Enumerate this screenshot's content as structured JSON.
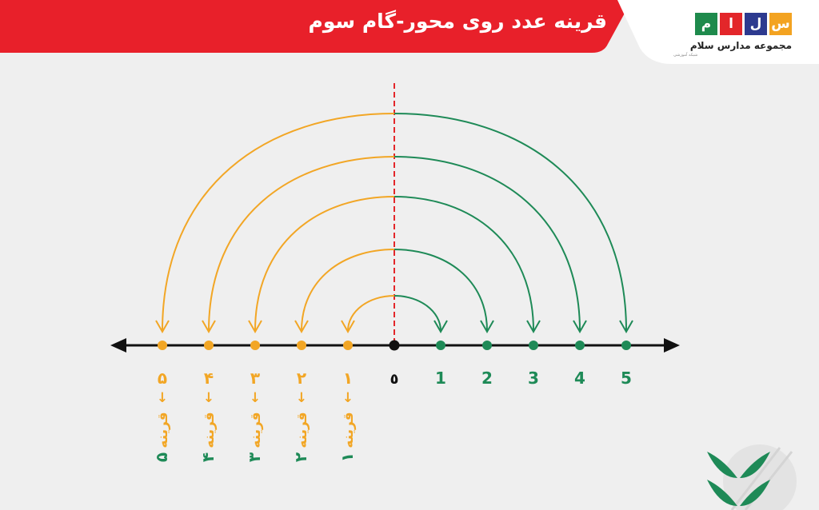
{
  "header": {
    "title": "قرینه عدد روی محور-گام سوم",
    "logo": {
      "letters": [
        "س",
        "ل",
        "ا",
        "م"
      ],
      "colors": [
        "#f3a321",
        "#2d3a8f",
        "#e3262a",
        "#1e8a4c"
      ],
      "caption": "مجموعه مدارس سلام",
      "tagline": "شبکه آموزشی"
    }
  },
  "colors": {
    "banner": "#e8202a",
    "orange": "#f2a625",
    "green": "#1e8a57",
    "axis": "#111111",
    "divider": "#e3262a"
  },
  "number_line": {
    "zero_label": "٥",
    "positive_labels": [
      "1",
      "2",
      "3",
      "4",
      "5"
    ],
    "negative_labels": [
      "١",
      "٢",
      "٣",
      "۴",
      "۵"
    ],
    "arrow_symbol": "↓",
    "symmetric_word": "قرینه",
    "symmetric_numbers": [
      "١",
      "٢",
      "٣",
      "۴",
      "۵"
    ]
  },
  "decoration": {
    "leaf_icon": "leaf-logo-icon"
  }
}
